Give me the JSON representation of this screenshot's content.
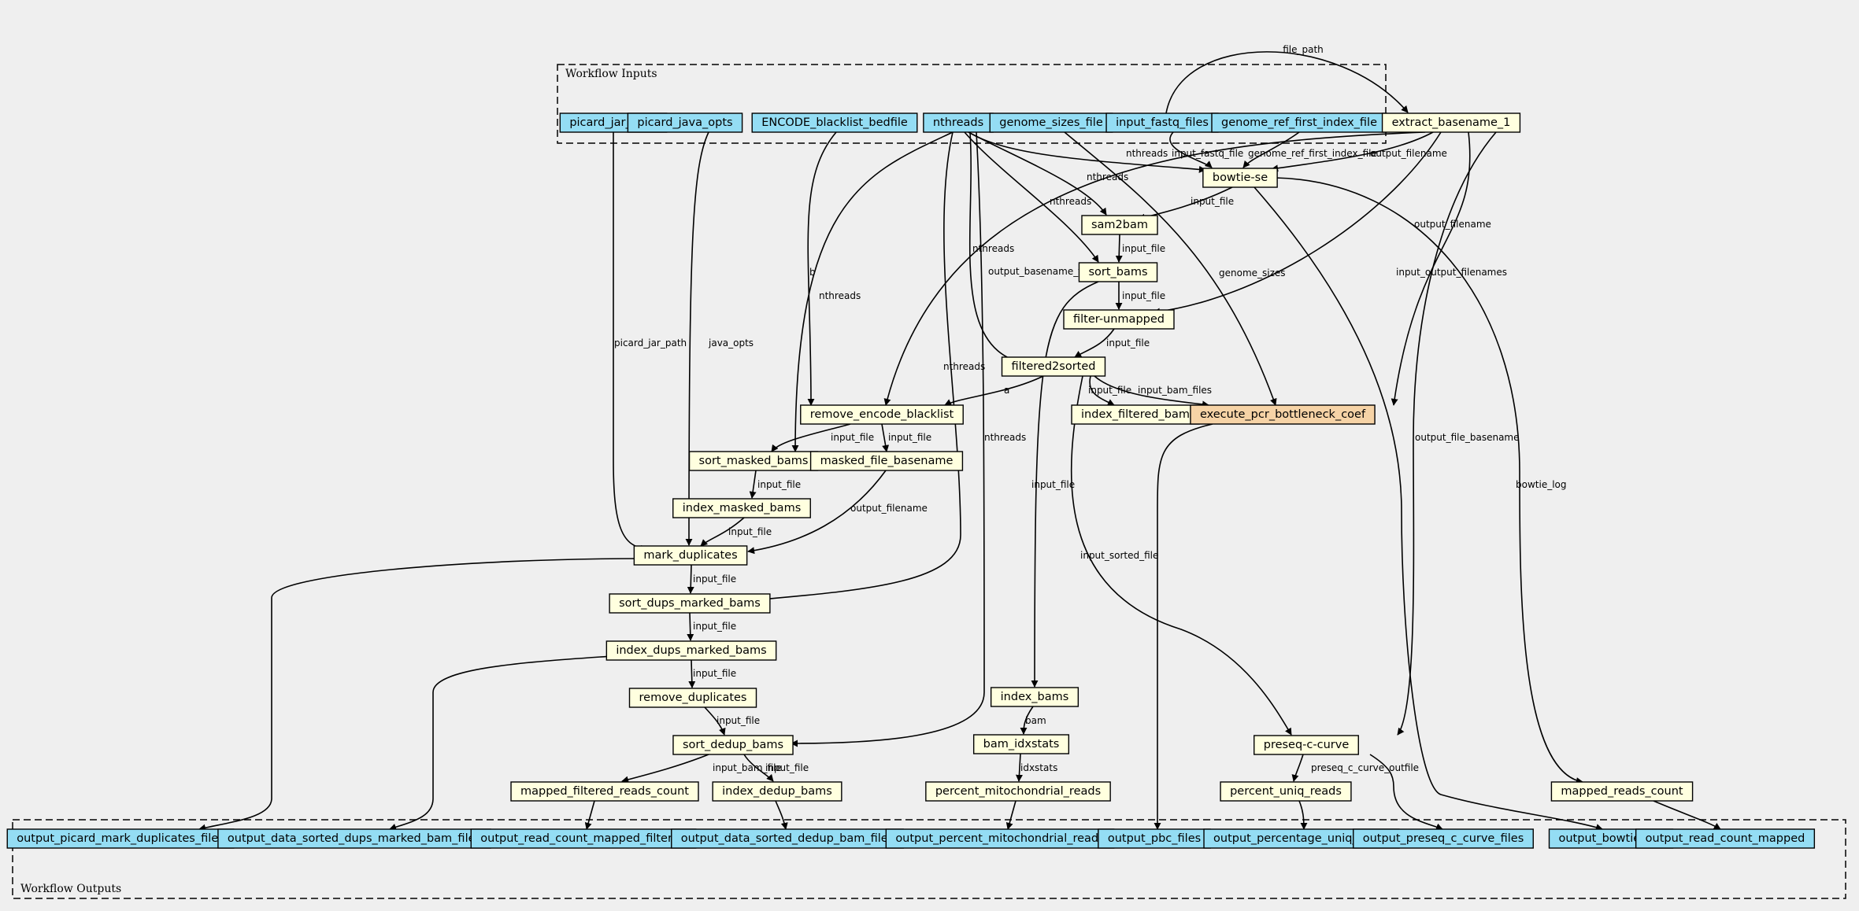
{
  "colors": {
    "input": "#94ddf4",
    "output": "#94ddf4",
    "step": "#ffffdf",
    "highlight": "#f6d3a6",
    "background": "#efefef"
  },
  "clusters": [
    {
      "id": "inputs",
      "label": "Workflow Inputs"
    },
    {
      "id": "outputs",
      "label": "Workflow Outputs"
    }
  ],
  "nodes": [
    {
      "id": "picard_jar_path",
      "label": "picard_jar_path",
      "kind": "input"
    },
    {
      "id": "picard_java_opts",
      "label": "picard_java_opts",
      "kind": "input"
    },
    {
      "id": "ENCODE_blacklist_bedfile",
      "label": "ENCODE_blacklist_bedfile",
      "kind": "input"
    },
    {
      "id": "nthreads",
      "label": "nthreads",
      "kind": "input"
    },
    {
      "id": "genome_sizes_file",
      "label": "genome_sizes_file",
      "kind": "input"
    },
    {
      "id": "input_fastq_files",
      "label": "input_fastq_files",
      "kind": "input"
    },
    {
      "id": "genome_ref_first_index_file",
      "label": "genome_ref_first_index_file",
      "kind": "input"
    },
    {
      "id": "extract_basename_1",
      "label": "extract_basename_1",
      "kind": "step"
    },
    {
      "id": "bowtie_se",
      "label": "bowtie-se",
      "kind": "step"
    },
    {
      "id": "sam2bam",
      "label": "sam2bam",
      "kind": "step"
    },
    {
      "id": "sort_bams",
      "label": "sort_bams",
      "kind": "step"
    },
    {
      "id": "filter_unmapped",
      "label": "filter-unmapped",
      "kind": "step"
    },
    {
      "id": "filtered2sorted",
      "label": "filtered2sorted",
      "kind": "step"
    },
    {
      "id": "remove_encode_blacklist",
      "label": "remove_encode_blacklist",
      "kind": "step"
    },
    {
      "id": "index_filtered_bam",
      "label": "index_filtered_bam",
      "kind": "step"
    },
    {
      "id": "execute_pcr_bottleneck_coef",
      "label": "execute_pcr_bottleneck_coef",
      "kind": "highlight"
    },
    {
      "id": "sort_masked_bams",
      "label": "sort_masked_bams",
      "kind": "step"
    },
    {
      "id": "masked_file_basename",
      "label": "masked_file_basename",
      "kind": "step"
    },
    {
      "id": "index_masked_bams",
      "label": "index_masked_bams",
      "kind": "step"
    },
    {
      "id": "mark_duplicates",
      "label": "mark_duplicates",
      "kind": "step"
    },
    {
      "id": "sort_dups_marked_bams",
      "label": "sort_dups_marked_bams",
      "kind": "step"
    },
    {
      "id": "index_dups_marked_bams",
      "label": "index_dups_marked_bams",
      "kind": "step"
    },
    {
      "id": "remove_duplicates",
      "label": "remove_duplicates",
      "kind": "step"
    },
    {
      "id": "sort_dedup_bams",
      "label": "sort_dedup_bams",
      "kind": "step"
    },
    {
      "id": "mapped_filtered_reads_count",
      "label": "mapped_filtered_reads_count",
      "kind": "step"
    },
    {
      "id": "index_dedup_bams",
      "label": "index_dedup_bams",
      "kind": "step"
    },
    {
      "id": "index_bams",
      "label": "index_bams",
      "kind": "step"
    },
    {
      "id": "bam_idxstats",
      "label": "bam_idxstats",
      "kind": "step"
    },
    {
      "id": "percent_mitochondrial_reads",
      "label": "percent_mitochondrial_reads",
      "kind": "step"
    },
    {
      "id": "preseq_c_curve",
      "label": "preseq-c-curve",
      "kind": "step"
    },
    {
      "id": "percent_uniq_reads",
      "label": "percent_uniq_reads",
      "kind": "step"
    },
    {
      "id": "mapped_reads_count",
      "label": "mapped_reads_count",
      "kind": "step"
    },
    {
      "id": "output_picard_mark_duplicates_files",
      "label": "output_picard_mark_duplicates_files",
      "kind": "output"
    },
    {
      "id": "output_data_sorted_dups_marked_bam_files",
      "label": "output_data_sorted_dups_marked_bam_files",
      "kind": "output"
    },
    {
      "id": "output_read_count_mapped_filtered",
      "label": "output_read_count_mapped_filtered",
      "kind": "output"
    },
    {
      "id": "output_data_sorted_dedup_bam_files",
      "label": "output_data_sorted_dedup_bam_files",
      "kind": "output"
    },
    {
      "id": "output_percent_mitochondrial_reads",
      "label": "output_percent_mitochondrial_reads",
      "kind": "output"
    },
    {
      "id": "output_pbc_files",
      "label": "output_pbc_files",
      "kind": "output"
    },
    {
      "id": "output_percentage_uniq_reads",
      "label": "output_percentage_uniq_reads",
      "kind": "output"
    },
    {
      "id": "output_preseq_c_curve_files",
      "label": "output_preseq_c_curve_files",
      "kind": "output"
    },
    {
      "id": "output_bowtie_log",
      "label": "output_bowtie_log",
      "kind": "output"
    },
    {
      "id": "output_read_count_mapped",
      "label": "output_read_count_mapped",
      "kind": "output"
    }
  ],
  "edges": [
    {
      "id": "e1",
      "from": "input_fastq_files",
      "to": "extract_basename_1",
      "label": "file_path"
    },
    {
      "id": "e2",
      "from": "nthreads",
      "to": "bowtie_se",
      "label": "nthreads"
    },
    {
      "id": "e3",
      "from": "input_fastq_files",
      "to": "bowtie_se",
      "label": "input_fastq_file"
    },
    {
      "id": "e4",
      "from": "genome_ref_first_index_file",
      "to": "bowtie_se",
      "label": "genome_ref_first_index_file"
    },
    {
      "id": "e5",
      "from": "extract_basename_1",
      "to": "bowtie_se",
      "label": "output_filename"
    },
    {
      "id": "e6",
      "from": "nthreads",
      "to": "sam2bam",
      "label": "nthreads"
    },
    {
      "id": "e7",
      "from": "bowtie_se",
      "to": "sam2bam",
      "label": "input_file"
    },
    {
      "id": "e8",
      "from": "nthreads",
      "to": "sort_bams",
      "label": "nthreads"
    },
    {
      "id": "e9",
      "from": "sam2bam",
      "to": "sort_bams",
      "label": "input_file"
    },
    {
      "id": "e10",
      "from": "sort_bams",
      "to": "filter_unmapped",
      "label": "input_file"
    },
    {
      "id": "e11",
      "from": "extract_basename_1",
      "to": "filter_unmapped",
      "label": "output_filename"
    },
    {
      "id": "e12",
      "from": "nthreads",
      "to": "filtered2sorted",
      "label": "nthreads"
    },
    {
      "id": "e13",
      "from": "filter_unmapped",
      "to": "filtered2sorted",
      "label": "input_file"
    },
    {
      "id": "e14",
      "from": "filtered2sorted",
      "to": "index_filtered_bam",
      "label": "input_file"
    },
    {
      "id": "e15",
      "from": "filtered2sorted",
      "to": "execute_pcr_bottleneck_coef",
      "label": "input_bam_files"
    },
    {
      "id": "e16",
      "from": "genome_sizes_file",
      "to": "execute_pcr_bottleneck_coef",
      "label": "genome_sizes"
    },
    {
      "id": "e17",
      "from": "extract_basename_1",
      "to": "execute_pcr_bottleneck_coef",
      "label": "input_output_filenames"
    },
    {
      "id": "e18",
      "from": "filtered2sorted",
      "to": "remove_encode_blacklist",
      "label": "a"
    },
    {
      "id": "e19",
      "from": "ENCODE_blacklist_bedfile",
      "to": "remove_encode_blacklist",
      "label": "b"
    },
    {
      "id": "e20",
      "from": "extract_basename_1",
      "to": "remove_encode_blacklist",
      "label": "output_basename_file"
    },
    {
      "id": "e21",
      "from": "nthreads",
      "to": "sort_masked_bams",
      "label": "nthreads"
    },
    {
      "id": "e22",
      "from": "remove_encode_blacklist",
      "to": "sort_masked_bams",
      "label": "input_file"
    },
    {
      "id": "e23",
      "from": "remove_encode_blacklist",
      "to": "masked_file_basename",
      "label": "input_file"
    },
    {
      "id": "e24",
      "from": "sort_masked_bams",
      "to": "index_masked_bams",
      "label": "input_file"
    },
    {
      "id": "e25",
      "from": "picard_jar_path",
      "to": "mark_duplicates",
      "label": "picard_jar_path"
    },
    {
      "id": "e26",
      "from": "picard_java_opts",
      "to": "mark_duplicates",
      "label": "java_opts"
    },
    {
      "id": "e27",
      "from": "index_masked_bams",
      "to": "mark_duplicates",
      "label": "input_file"
    },
    {
      "id": "e28",
      "from": "masked_file_basename",
      "to": "mark_duplicates",
      "label": "output_filename"
    },
    {
      "id": "e29",
      "from": "mark_duplicates",
      "to": "sort_dups_marked_bams",
      "label": "input_file"
    },
    {
      "id": "e30",
      "from": "nthreads",
      "to": "sort_dups_marked_bams",
      "label": "nthreads"
    },
    {
      "id": "e31",
      "from": "sort_dups_marked_bams",
      "to": "index_dups_marked_bams",
      "label": "input_file"
    },
    {
      "id": "e32",
      "from": "index_dups_marked_bams",
      "to": "remove_duplicates",
      "label": "input_file"
    },
    {
      "id": "e33",
      "from": "remove_duplicates",
      "to": "sort_dedup_bams",
      "label": "input_file"
    },
    {
      "id": "e34",
      "from": "nthreads",
      "to": "sort_dedup_bams",
      "label": "nthreads"
    },
    {
      "id": "e35",
      "from": "sort_dedup_bams",
      "to": "mapped_filtered_reads_count",
      "label": "input_bam_file"
    },
    {
      "id": "e36",
      "from": "sort_dedup_bams",
      "to": "index_dedup_bams",
      "label": "input_file"
    },
    {
      "id": "e37",
      "from": "sort_bams",
      "to": "index_bams",
      "label": "input_file"
    },
    {
      "id": "e38",
      "from": "index_bams",
      "to": "bam_idxstats",
      "label": "bam"
    },
    {
      "id": "e39",
      "from": "bam_idxstats",
      "to": "percent_mitochondrial_reads",
      "label": "idxstats"
    },
    {
      "id": "e40",
      "from": "filtered2sorted",
      "to": "preseq_c_curve",
      "label": "input_sorted_file"
    },
    {
      "id": "e41",
      "from": "extract_basename_1",
      "to": "preseq_c_curve",
      "label": "output_file_basename"
    },
    {
      "id": "e42",
      "from": "preseq_c_curve",
      "to": "percent_uniq_reads",
      "label": "preseq_c_curve_outfile"
    },
    {
      "id": "e43",
      "from": "bowtie_se",
      "to": "mapped_reads_count",
      "label": "bowtie_log"
    },
    {
      "id": "e44",
      "from": "mark_duplicates",
      "to": "output_picard_mark_duplicates_files",
      "label": ""
    },
    {
      "id": "e45",
      "from": "index_dups_marked_bams",
      "to": "output_data_sorted_dups_marked_bam_files",
      "label": ""
    },
    {
      "id": "e46",
      "from": "mapped_filtered_reads_count",
      "to": "output_read_count_mapped_filtered",
      "label": ""
    },
    {
      "id": "e47",
      "from": "index_dedup_bams",
      "to": "output_data_sorted_dedup_bam_files",
      "label": ""
    },
    {
      "id": "e48",
      "from": "percent_mitochondrial_reads",
      "to": "output_percent_mitochondrial_reads",
      "label": ""
    },
    {
      "id": "e49",
      "from": "execute_pcr_bottleneck_coef",
      "to": "output_pbc_files",
      "label": ""
    },
    {
      "id": "e50",
      "from": "percent_uniq_reads",
      "to": "output_percentage_uniq_reads",
      "label": ""
    },
    {
      "id": "e51",
      "from": "preseq_c_curve",
      "to": "output_preseq_c_curve_files",
      "label": ""
    },
    {
      "id": "e52",
      "from": "bowtie_se",
      "to": "output_bowtie_log",
      "label": ""
    },
    {
      "id": "e53",
      "from": "mapped_reads_count",
      "to": "output_read_count_mapped",
      "label": ""
    }
  ]
}
